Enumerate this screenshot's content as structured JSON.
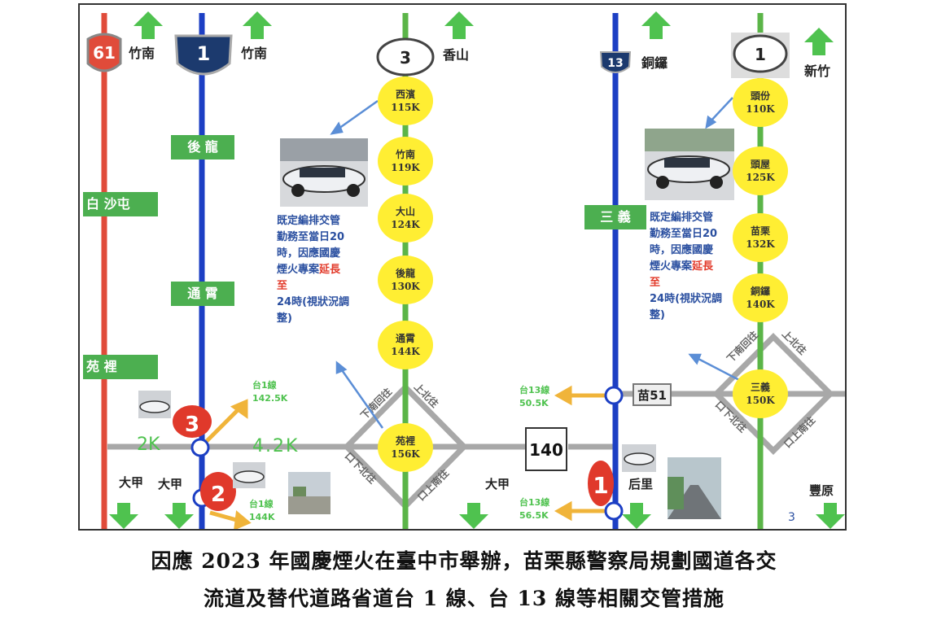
{
  "colors": {
    "road_red": "#e04b3a",
    "road_blue": "#1c3fc4",
    "road_green": "#5bb548",
    "road_gray": "#a8a8a8",
    "station_yellow": "#ffee33",
    "label_green": "#4caf50",
    "arrow_green": "#4fc24f",
    "arrow_orange": "#f0b43a",
    "note_blue": "#2a4fa0",
    "note_red": "#e23a2a",
    "marker_red": "#e0392b"
  },
  "routes": {
    "prov61": "61",
    "nat1": "1",
    "nat3": "3",
    "nat13": "13",
    "prov1": "1",
    "miao51": "苗51",
    "county140": "140"
  },
  "directions": {
    "top1": "竹南",
    "top2": "竹南",
    "top3": "香山",
    "top4": "銅鑼",
    "top5": "新竹",
    "bottom1": "大甲",
    "bottom2": "大甲",
    "bottom3": "大甲",
    "bottom4": "后里",
    "bottom5": "豐原"
  },
  "towns": {
    "houlong": "後  龍",
    "baisha": "白  沙屯",
    "tongxiao": "通  霄",
    "yuanli": "苑  裡",
    "sanyi": "三  義"
  },
  "stations_n3": [
    {
      "name": "西濱",
      "km": "115K"
    },
    {
      "name": "竹南",
      "km": "119K"
    },
    {
      "name": "大山",
      "km": "124K"
    },
    {
      "name": "後龍",
      "km": "130K"
    },
    {
      "name": "通霄",
      "km": "144K"
    },
    {
      "name": "苑裡",
      "km": "156K"
    }
  ],
  "stations_p1": [
    {
      "name": "頭份",
      "km": "110K"
    },
    {
      "name": "頭屋",
      "km": "125K"
    },
    {
      "name": "苗栗",
      "km": "132K"
    },
    {
      "name": "銅鑼",
      "km": "140K"
    },
    {
      "name": "三義",
      "km": "150K"
    }
  ],
  "notes": {
    "left_main": "既定編排交管勤務至當日20時，因應國慶煙火專案",
    "left_red": "延長至",
    "left_tail": "24時(視狀況調整)",
    "right_main": "既定編排交管勤務至當日20時，因應國慶煙火專案",
    "right_red": "延長至",
    "right_tail": "24時(視狀況調整)"
  },
  "markers": {
    "m3": "3",
    "m2": "2",
    "m1": "1",
    "m_small": "3"
  },
  "km_labels": {
    "k2": "2K",
    "k42": "4.2K",
    "t1_1425": "台1線\n142.5K",
    "t1_144": "台1線\n144K",
    "t13_505": "台13線\n50.5K",
    "t13_565": "台13線\n56.5K"
  },
  "ramps": {
    "yl_a": "下南回往",
    "yl_b": "上北往",
    "yl_c": "口上南往",
    "yl_d": "口下北往",
    "sy_a": "下南回往",
    "sy_b": "上北往",
    "sy_c": "口上南往",
    "sy_d": "口下北往"
  },
  "caption": {
    "line1": "因應 2023 年國慶煙火在臺中市舉辦，苗栗縣警察局規劃國道各交",
    "line2": "流道及替代道路省道台 1 線、台 13 線等相關交管措施"
  }
}
